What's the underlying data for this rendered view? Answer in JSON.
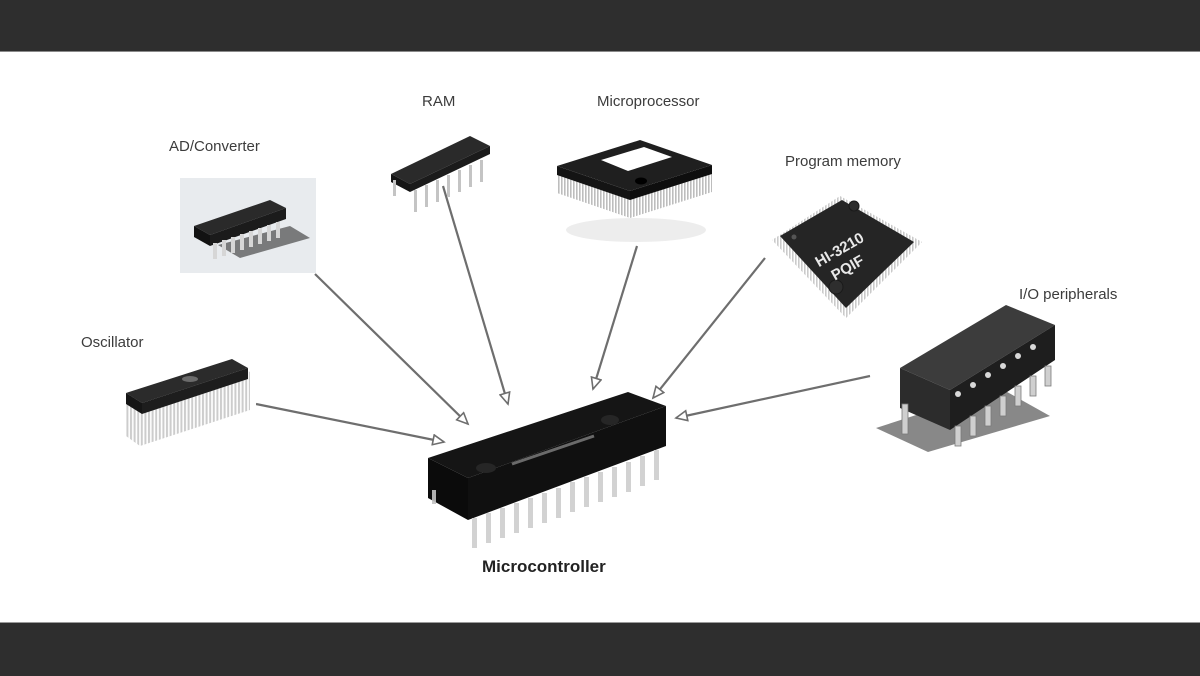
{
  "diagram": {
    "center": {
      "id": "microcontroller",
      "label": "Microcontroller"
    },
    "components": [
      {
        "id": "oscillator",
        "label": "Oscillator"
      },
      {
        "id": "ad-converter",
        "label": "AD/Converter"
      },
      {
        "id": "ram",
        "label": "RAM"
      },
      {
        "id": "microprocessor",
        "label": "Microprocessor"
      },
      {
        "id": "program-memory",
        "label": "Program memory",
        "chip_text_line1": "HI-3210",
        "chip_text_line2": "PQIF"
      },
      {
        "id": "io-peripherals",
        "label": "I/O peripherals"
      }
    ],
    "edges": [
      {
        "from": "oscillator",
        "to": "microcontroller"
      },
      {
        "from": "ad-converter",
        "to": "microcontroller"
      },
      {
        "from": "ram",
        "to": "microcontroller"
      },
      {
        "from": "microprocessor",
        "to": "microcontroller"
      },
      {
        "from": "program-memory",
        "to": "microcontroller"
      },
      {
        "from": "io-peripherals",
        "to": "microcontroller"
      }
    ]
  },
  "colors": {
    "frame_bar": "#2e2e2e",
    "background": "#ffffff",
    "arrow": "#6e6e6e",
    "chip_body": "#1c1c1c",
    "chip_pin": "#c8c8c8",
    "label_text": "#3c3c3c"
  }
}
